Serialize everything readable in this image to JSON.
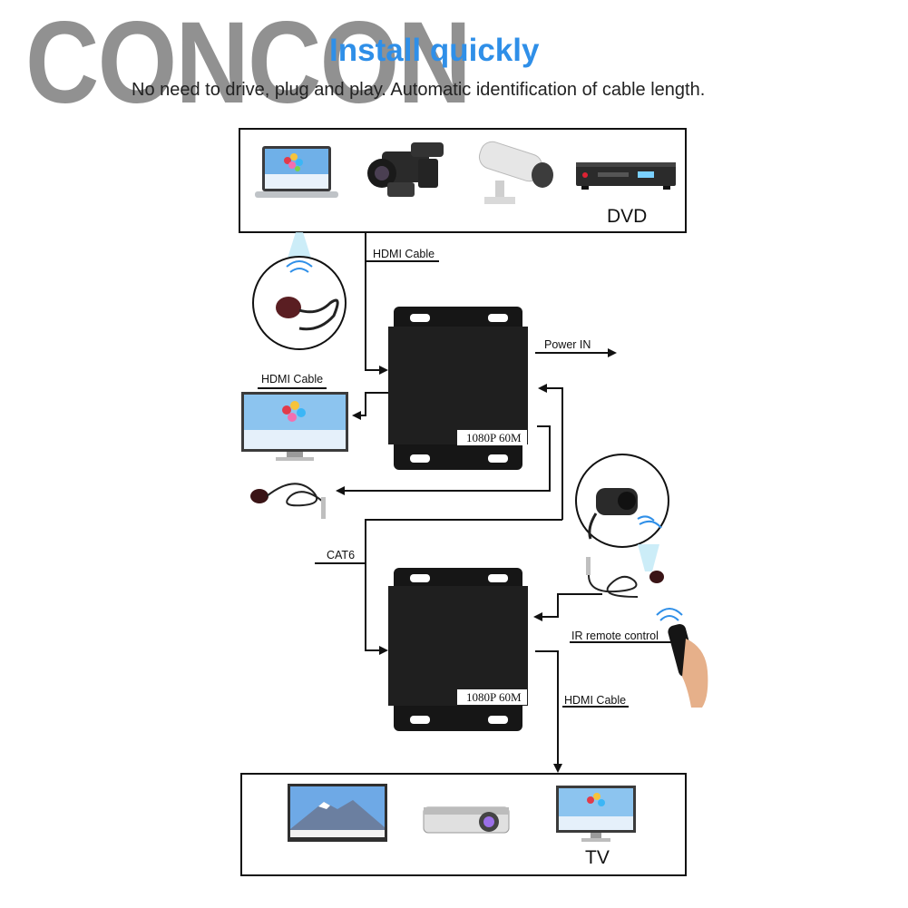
{
  "watermark": "CONCON",
  "header": {
    "title": "Install quickly",
    "subtitle": "No need to drive, plug and play. Automatic identification of cable length."
  },
  "source_box": {
    "device_label": "DVD"
  },
  "sink_box": {
    "device_label": "TV"
  },
  "labels": {
    "hdmi_cable_in": "HDMI Cable",
    "power_in": "Power IN",
    "hdmi_cable_loop": "HDMI Cable",
    "cat6": "CAT6",
    "ir_remote": "IR remote control",
    "hdmi_cable_out": "HDMI Cable"
  },
  "transmitter": {
    "tag": "1080P 60M"
  },
  "receiver": {
    "tag": "1080P 60M"
  },
  "colors": {
    "accent": "#2f8fe8",
    "unit_body": "#1c1c1c",
    "line": "#111111"
  }
}
